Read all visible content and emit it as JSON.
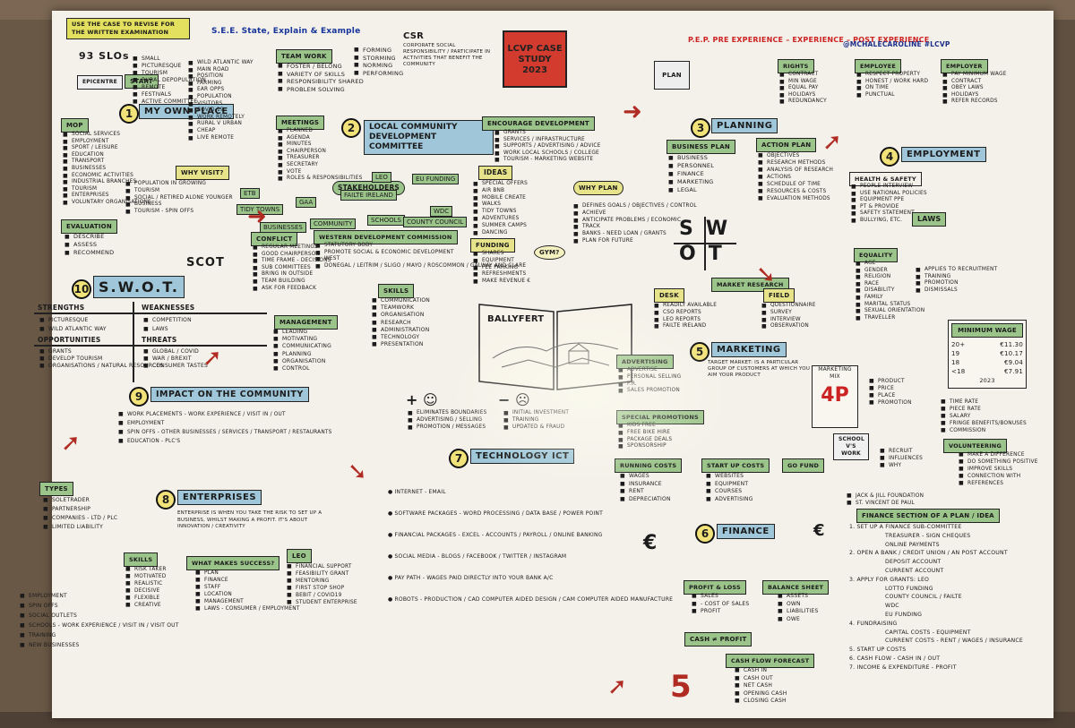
{
  "header": {
    "case_study": "LCVP CASE STUDY",
    "year": "2023",
    "use_case": "USE THE CASE TO REVISE FOR THE WRITTEN EXAMINATION",
    "see": "S.E.E. State, Explain & Example",
    "slos": "93 SLOs",
    "csr": "CSR",
    "csr_text": "CORPORATE SOCIAL RESPONSIBILITY / PARTICIPATE IN ACTIVITIES THAT BENEFIT THE COMMUNITY",
    "pep": "P.E.P. PRE EXPERIENCE – EXPERIENCE – POST EXPERIENCE",
    "handle": "@MCHALECAROLINE #LCVP",
    "start": "START",
    "scot": "SCOT"
  },
  "sections": {
    "s1": {
      "num": "1",
      "title": "MY OWN PLACE"
    },
    "s2": {
      "num": "2",
      "title": "LOCAL COMMUNITY DEVELOPMENT COMMITTEE"
    },
    "s3": {
      "num": "3",
      "title": "PLANNING"
    },
    "s4": {
      "num": "4",
      "title": "EMPLOYMENT"
    },
    "s5": {
      "num": "5",
      "title": "MARKETING"
    },
    "s6": {
      "num": "6",
      "title": "FINANCE"
    },
    "s7": {
      "num": "7",
      "title": "TECHNOLOGY ICT"
    },
    "s8": {
      "num": "8",
      "title": "ENTERPRISES"
    },
    "s9": {
      "num": "9",
      "title": "IMPACT ON THE COMMUNITY"
    },
    "s10": {
      "num": "10",
      "title": "S.W.O.T."
    }
  },
  "labels": {
    "mop": "MOP",
    "why_visit": "WHY VISIT?",
    "evaluation": "EVALUATION",
    "team_work": "TEAM WORK",
    "meetings": "MEETINGS",
    "stakeholders": "STAKEHOLDERS",
    "conflict": "CONFLICT",
    "encourage": "ENCOURAGE DEVELOPMENT",
    "ideas": "IDEAS",
    "funding": "FUNDING",
    "skills": "SKILLS",
    "management": "MANAGEMENT",
    "why_plan": "WHY PLAN",
    "gym": "GYM?",
    "ballyfert": "BALLYFERT",
    "business_plan": "BUSINESS PLAN",
    "action_plan": "ACTION PLAN",
    "swot_center": "S W O T",
    "market_research": "MARKET RESEARCH",
    "desk": "DESK",
    "field": "FIELD",
    "advertising": "ADVERTISING",
    "sales_promotion": "SPECIAL PROMOTIONS",
    "marketing_mix": "MARKETING MIX",
    "four_p": "4P",
    "min_wage": "MINIMUM WAGE",
    "laws": "LAWS",
    "running_costs": "RUNNING COSTS",
    "start_up": "START UP COSTS",
    "go_fund": "GO FUND",
    "finance_section": "FINANCE SECTION OF A PLAN / IDEA",
    "profit_loss": "PROFIT & LOSS",
    "balance_sheet": "BALANCE SHEET",
    "cash_profit": "CASH ≠ PROFIT",
    "cash_flow": "CASH FLOW FORECAST",
    "types": "TYPES",
    "what_makes": "WHAT MAKES SUCCESS?",
    "leo": "LEO",
    "strengths": "STRENGTHS",
    "weaknesses": "WEAKNESSES",
    "opportunities": "OPPORTUNITIES",
    "threats": "THREATS",
    "volunteering": "VOLUNTEERING",
    "school_vs_work": "SCHOOL V'S WORK",
    "plan_book": "PLAN"
  },
  "lists": {
    "slos": [
      "SMALL",
      "PICTURESQUE",
      "TOURISM",
      "RURAL DEPOPULATION",
      "REMOTE",
      "FESTIVALS",
      "ACTIVE COMMITTEE"
    ],
    "mop": [
      "SOCIAL SERVICES",
      "EMPLOYMENT",
      "SPORT / LEISURE",
      "EDUCATION",
      "TRANSPORT",
      "BUSINESSES",
      "ECONOMIC ACTIVITIES",
      "INDUSTRIAL BRANCHES",
      "TOURISM",
      "ENTERPRISES",
      "VOLUNTARY ORGANISATIONS"
    ],
    "own_place": [
      "WILD ATLANTIC WAY",
      "MAIN ROAD",
      "POSITION",
      "FARMING",
      "EAR OPPS",
      "POPULATION",
      "VISITORS",
      "COVID-19",
      "WORK REMOTELY",
      "RURAL V URBAN",
      "CHEAP",
      "LIVE REMOTE"
    ],
    "why_visit": [
      "POPULATION IN GROWING",
      "TOURISM",
      "SOCIAL / RETIRED ALONE YOUNGER",
      "BUSINESS",
      "TOURISM - SPIN OFFS"
    ],
    "evaluation": [
      "DESCRIBE",
      "ASSESS",
      "RECOMMEND"
    ],
    "team_work": [
      "FOSTER / BELONG",
      "VARIETY OF SKILLS",
      "RESPONSIBILITY SHARED",
      "PROBLEM SOLVING"
    ],
    "forming": [
      "FORMING",
      "STORMING",
      "NORMING",
      "PERFORMING"
    ],
    "meetings": [
      "PLANNED",
      "AGENDA",
      "MINUTES",
      "CHAIRPERSON",
      "TREASURER",
      "SECRETARY",
      "VOTE",
      "ROLES & RESPONSIBILITIES"
    ],
    "conflict": [
      "REGULAR MEETINGS",
      "GOOD CHAIRPERSON",
      "TIME FRAME - DECISIONS",
      "SUB COMMITTEES",
      "BRING IN OUTSIDE",
      "TEAM BUILDING",
      "ASK FOR FEEDBACK"
    ],
    "stakeholder_tags": [
      "LEO",
      "FAILTE IRELAND",
      "TIDY TOWNS",
      "GAA",
      "COMMUNITY",
      "SCHOOLS",
      "COUNTY COUNCIL",
      "WDC",
      "BUSINESSES",
      "EU FUNDING",
      "ETB"
    ],
    "wdc": [
      "STATUTORY BODY",
      "PROMOTE SOCIAL & ECONOMIC DEVELOPMENT",
      "WEST",
      "DONEGAL / LEITRIM / SLIGO / MAYO / ROSCOMMON / GALWAY AND CLARE"
    ],
    "skills": [
      "COMMUNICATION",
      "TEAMWORK",
      "ORGANISATION",
      "RESEARCH",
      "ADMINISTRATION",
      "TECHNOLOGY",
      "PRESENTATION"
    ],
    "management": [
      "LEADING",
      "MOTIVATING",
      "COMMUNICATING",
      "PLANNING",
      "ORGANISATION",
      "CONTROL"
    ],
    "encourage": [
      "GRANTS",
      "SERVICES / INFRASTRUCTURE",
      "SUPPORTS / ADVERTISING / ADVICE",
      "WORK LOCAL SCHOOLS / COLLEGE",
      "TOURISM - MARKETING WEBSITE"
    ],
    "ideas": [
      "SPECIAL OFFERS",
      "AIR BNB",
      "MOBILE CREATE",
      "WALKS",
      "TIDY TOWNS",
      "ADVENTURES",
      "SUMMER CAMPS",
      "DANCING"
    ],
    "funding": [
      "SHARES",
      "EQUIPMENT",
      "FEE PARKING",
      "REFRESHMENTS",
      "MAKE REVENUE €"
    ],
    "why_plan": [
      "DEFINES GOALS / OBJECTIVES / CONTROL",
      "ACHIEVE",
      "ANTICIPATE PROBLEMS / ECONOMIC",
      "TRACK",
      "BANKS - NEED LOAN / GRANTS",
      "PLAN FOR FUTURE"
    ],
    "business_plan": [
      "BUSINESS",
      "PERSONNEL",
      "FINANCE",
      "MARKETING",
      "LEGAL"
    ],
    "action_plan": [
      "OBJECTIVES",
      "RESEARCH METHODS",
      "ANALYSIS OF RESEARCH",
      "ACTIONS",
      "SCHEDULE OF TIME",
      "RESOURCES & COSTS",
      "EVALUATION METHODS"
    ],
    "contract": [
      "CONTRACT",
      "MIN WAGE",
      "EQUAL PAY",
      "HOLIDAYS",
      "REDUNDANCY"
    ],
    "employee": [
      "RESPECT PROPERTY",
      "HONEST / WORK HARD",
      "ON TIME",
      "PUNCTUAL"
    ],
    "employer_r": [
      "PAY MINIMUM WAGE",
      "CONTRACT",
      "OBEY LAWS",
      "HOLIDAYS",
      "REFER RECORDS"
    ],
    "recruit": [
      "PEOPLE INTERVIEW",
      "USE NATIONAL POLICIES",
      "EQUIPMENT PPE",
      "PT & PROVIDE",
      "SAFETY STATEMENT",
      "BULLYING, ETC."
    ],
    "laws_list": [
      "AGE",
      "GENDER",
      "RELIGION",
      "RACE",
      "DISABILITY",
      "FAMILY",
      "MARITAL STATUS",
      "SEXUAL ORIENTATION",
      "TRAVELLER"
    ],
    "diversity": [
      "APPLIES TO RECRUITMENT",
      "TRAINING",
      "PROMOTION",
      "DISMISSALS"
    ],
    "min_wage_rows": [
      [
        "20+",
        "€11.30"
      ],
      [
        "19",
        "€10.17"
      ],
      [
        "18",
        "€9.04"
      ],
      [
        "<18",
        "€7.91"
      ]
    ],
    "min_wage_year": "2023",
    "desk": [
      "READILY AVAILABLE",
      "CSO REPORTS",
      "LEO REPORTS",
      "FAILTE IRELAND"
    ],
    "field": [
      "QUESTIONNAIRE",
      "SURVEY",
      "INTERVIEW",
      "OBSERVATION"
    ],
    "advertising": [
      "ADVERTISE",
      "PERSONAL SELLING",
      "P.R.",
      "SALES PROMOTION"
    ],
    "promotions": [
      "KIDS FREE",
      "FREE BIKE HIRE",
      "PACKAGE DEALS",
      "SPONSORSHIP"
    ],
    "four_p": [
      "PRODUCT",
      "PRICE",
      "PLACE",
      "PROMOTION"
    ],
    "wellbeing": [
      "TIME RATE",
      "PIECE RATE",
      "SALARY",
      "FRINGE BENEFITS/BONUSES",
      "COMMISSION"
    ],
    "volunteer": [
      "MAKE A DIFFERENCE",
      "DO SOMETHING POSITIVE",
      "IMPROVE SKILLS",
      "CONNECTION WITH",
      "REFERENCES"
    ],
    "school_work": [
      "RECRUIT",
      "INFLUENCES",
      "WHY"
    ],
    "voluntary": [
      "JACK & JILL FOUNDATION",
      "ST. VINCENT DE PAUL"
    ],
    "running": [
      "WAGES",
      "INSURANCE",
      "RENT",
      "DEPRECIATION"
    ],
    "startup": [
      "WEBSITES",
      "EQUIPMENT",
      "COURSES",
      "ADVERTISING"
    ],
    "finance_steps": [
      "1. SET UP A FINANCE SUB-COMMITTEE",
      "TREASURER - SIGN CHEQUES",
      "ONLINE PAYMENTS",
      "2. OPEN A BANK / CREDIT UNION / AN POST ACCOUNT",
      "DEPOSIT ACCOUNT",
      "CURRENT ACCOUNT",
      "3. APPLY FOR GRANTS: LEO",
      "LOTTO FUNDING",
      "COUNTY COUNCIL / FAILTE",
      "WDC",
      "EU FUNDING",
      "4. FUNDRAISING",
      "CAPITAL COSTS - EQUIPMENT",
      "CURRENT COSTS - RENT / WAGES / INSURANCE",
      "5. START UP COSTS",
      "6. CASH FLOW - CASH IN / OUT",
      "7. INCOME & EXPENDITURE - PROFIT"
    ],
    "profit_loss": [
      "SALES",
      "- COST OF SALES",
      "PROFIT"
    ],
    "balance": [
      "ASSETS",
      "OWN",
      "LIABILITIES",
      "OWE"
    ],
    "cash_flow": [
      "CASH IN",
      "CASH OUT",
      "NET CASH",
      "OPENING CASH",
      "CLOSING CASH"
    ],
    "technology": [
      "INTERNET - EMAIL",
      "SOFTWARE PACKAGES - WORD PROCESSING / DATA BASE / POWER POINT",
      "FINANCIAL PACKAGES - EXCEL - ACCOUNTS / PAYROLL / ONLINE BANKING",
      "SOCIAL MEDIA - BLOGS / FACEBOOK / TWITTER / INSTAGRAM",
      "PAY PATH - WAGES PAID DIRECTLY INTO YOUR BANK A/C",
      "ROBOTS - PRODUCTION / CAD COMPUTER AIDED DESIGN / CAM COMPUTER AIDED MANUFACTURE"
    ],
    "plus": [
      "ELIMINATES BOUNDARIES",
      "ADVERTISING / SELLING",
      "PROMOTION / MESSAGES"
    ],
    "minus": [
      "INITIAL INVESTMENT",
      "TRAINING",
      "UPDATED & FRAUD"
    ],
    "impact": [
      "WORK PLACEMENTS - WORK EXPERIENCE / VISIT IN / OUT",
      "EMPLOYMENT",
      "SPIN OFFS - OTHER BUSINESSES / SERVICES / TRANSPORT / RESTAURANTS",
      "EDUCATION - PLC'S"
    ],
    "types": [
      "SOLETRADER",
      "PARTNERSHIP",
      "COMPANIES - LTD / PLC",
      "LIMITED LIABILITY"
    ],
    "enterprise_def": "ENTERPRISE IS WHEN YOU TAKE THE RISK TO SET UP A BUSINESS, WHILST MAKING A PROFIT. IT'S ABOUT INNOVATION / CREATIVITY",
    "skills8": [
      "RISK TAKER",
      "MOTIVATED",
      "REALISTIC",
      "DECISIVE",
      "FLEXIBLE",
      "CREATIVE"
    ],
    "success": [
      "PLAN",
      "FINANCE",
      "STAFF",
      "LOCATION",
      "MANAGEMENT",
      "LAWS - CONSUMER / EMPLOYMENT"
    ],
    "leo": [
      "FINANCIAL SUPPORT",
      "FEASIBILITY GRANT",
      "MENTORING",
      "FIRST STOP SHOP",
      "BEBIT / COVID19",
      "STUDENT ENTERPRISE"
    ],
    "impact_left": [
      "EMPLOYMENT",
      "SPIN OFFS",
      "SOCIAL OUTLETS",
      "SCHOOLS - WORK EXPERIENCE / VISIT IN / VISIT OUT",
      "TRAINING",
      "NEW BUSINESSES"
    ],
    "strengths": [
      "PICTURESQUE",
      "WILD ATLANTIC WAY"
    ],
    "weaknesses": [
      "COMPETITION",
      "LAWS"
    ],
    "opportunities": [
      "GRANTS",
      "DEVELOP TOURISM",
      "ORGANISATIONS / NATURAL RESOURCES"
    ],
    "threats": [
      "GLOBAL / COVID",
      "WAR / BREXIT",
      "CONSUMER TASTES"
    ]
  }
}
